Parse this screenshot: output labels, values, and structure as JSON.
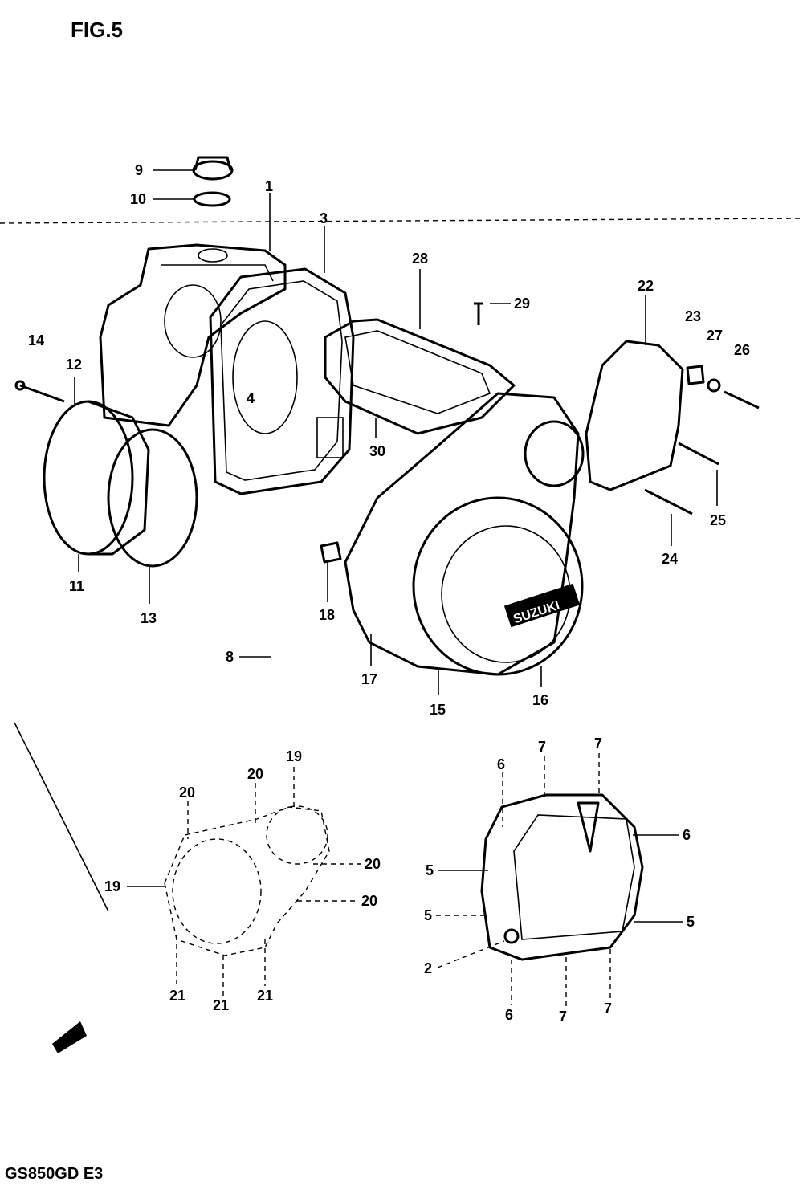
{
  "title": "FIG.5",
  "footer": "GS850GD E3",
  "labels": {
    "p1": "1",
    "p2": "2",
    "p3": "3",
    "p4": "4",
    "p5a": "5",
    "p5b": "5",
    "p5c": "5",
    "p6a": "6",
    "p6b": "6",
    "p6c": "6",
    "p7a": "7",
    "p7b": "7",
    "p7c": "7",
    "p7d": "7",
    "p8": "8",
    "p9": "9",
    "p10": "10",
    "p11": "11",
    "p12": "12",
    "p13": "13",
    "p14": "14",
    "p15": "15",
    "p16": "16",
    "p17": "17",
    "p18": "18",
    "p19a": "19",
    "p19b": "19",
    "p20a": "20",
    "p20b": "20",
    "p20c": "20",
    "p20d": "20",
    "p21a": "21",
    "p21b": "21",
    "p21c": "21",
    "p22": "22",
    "p23": "23",
    "p24": "24",
    "p25": "25",
    "p26": "26",
    "p27": "27",
    "p28": "28",
    "p29": "29",
    "p30": "30"
  },
  "badge_text": "SUZUKI"
}
